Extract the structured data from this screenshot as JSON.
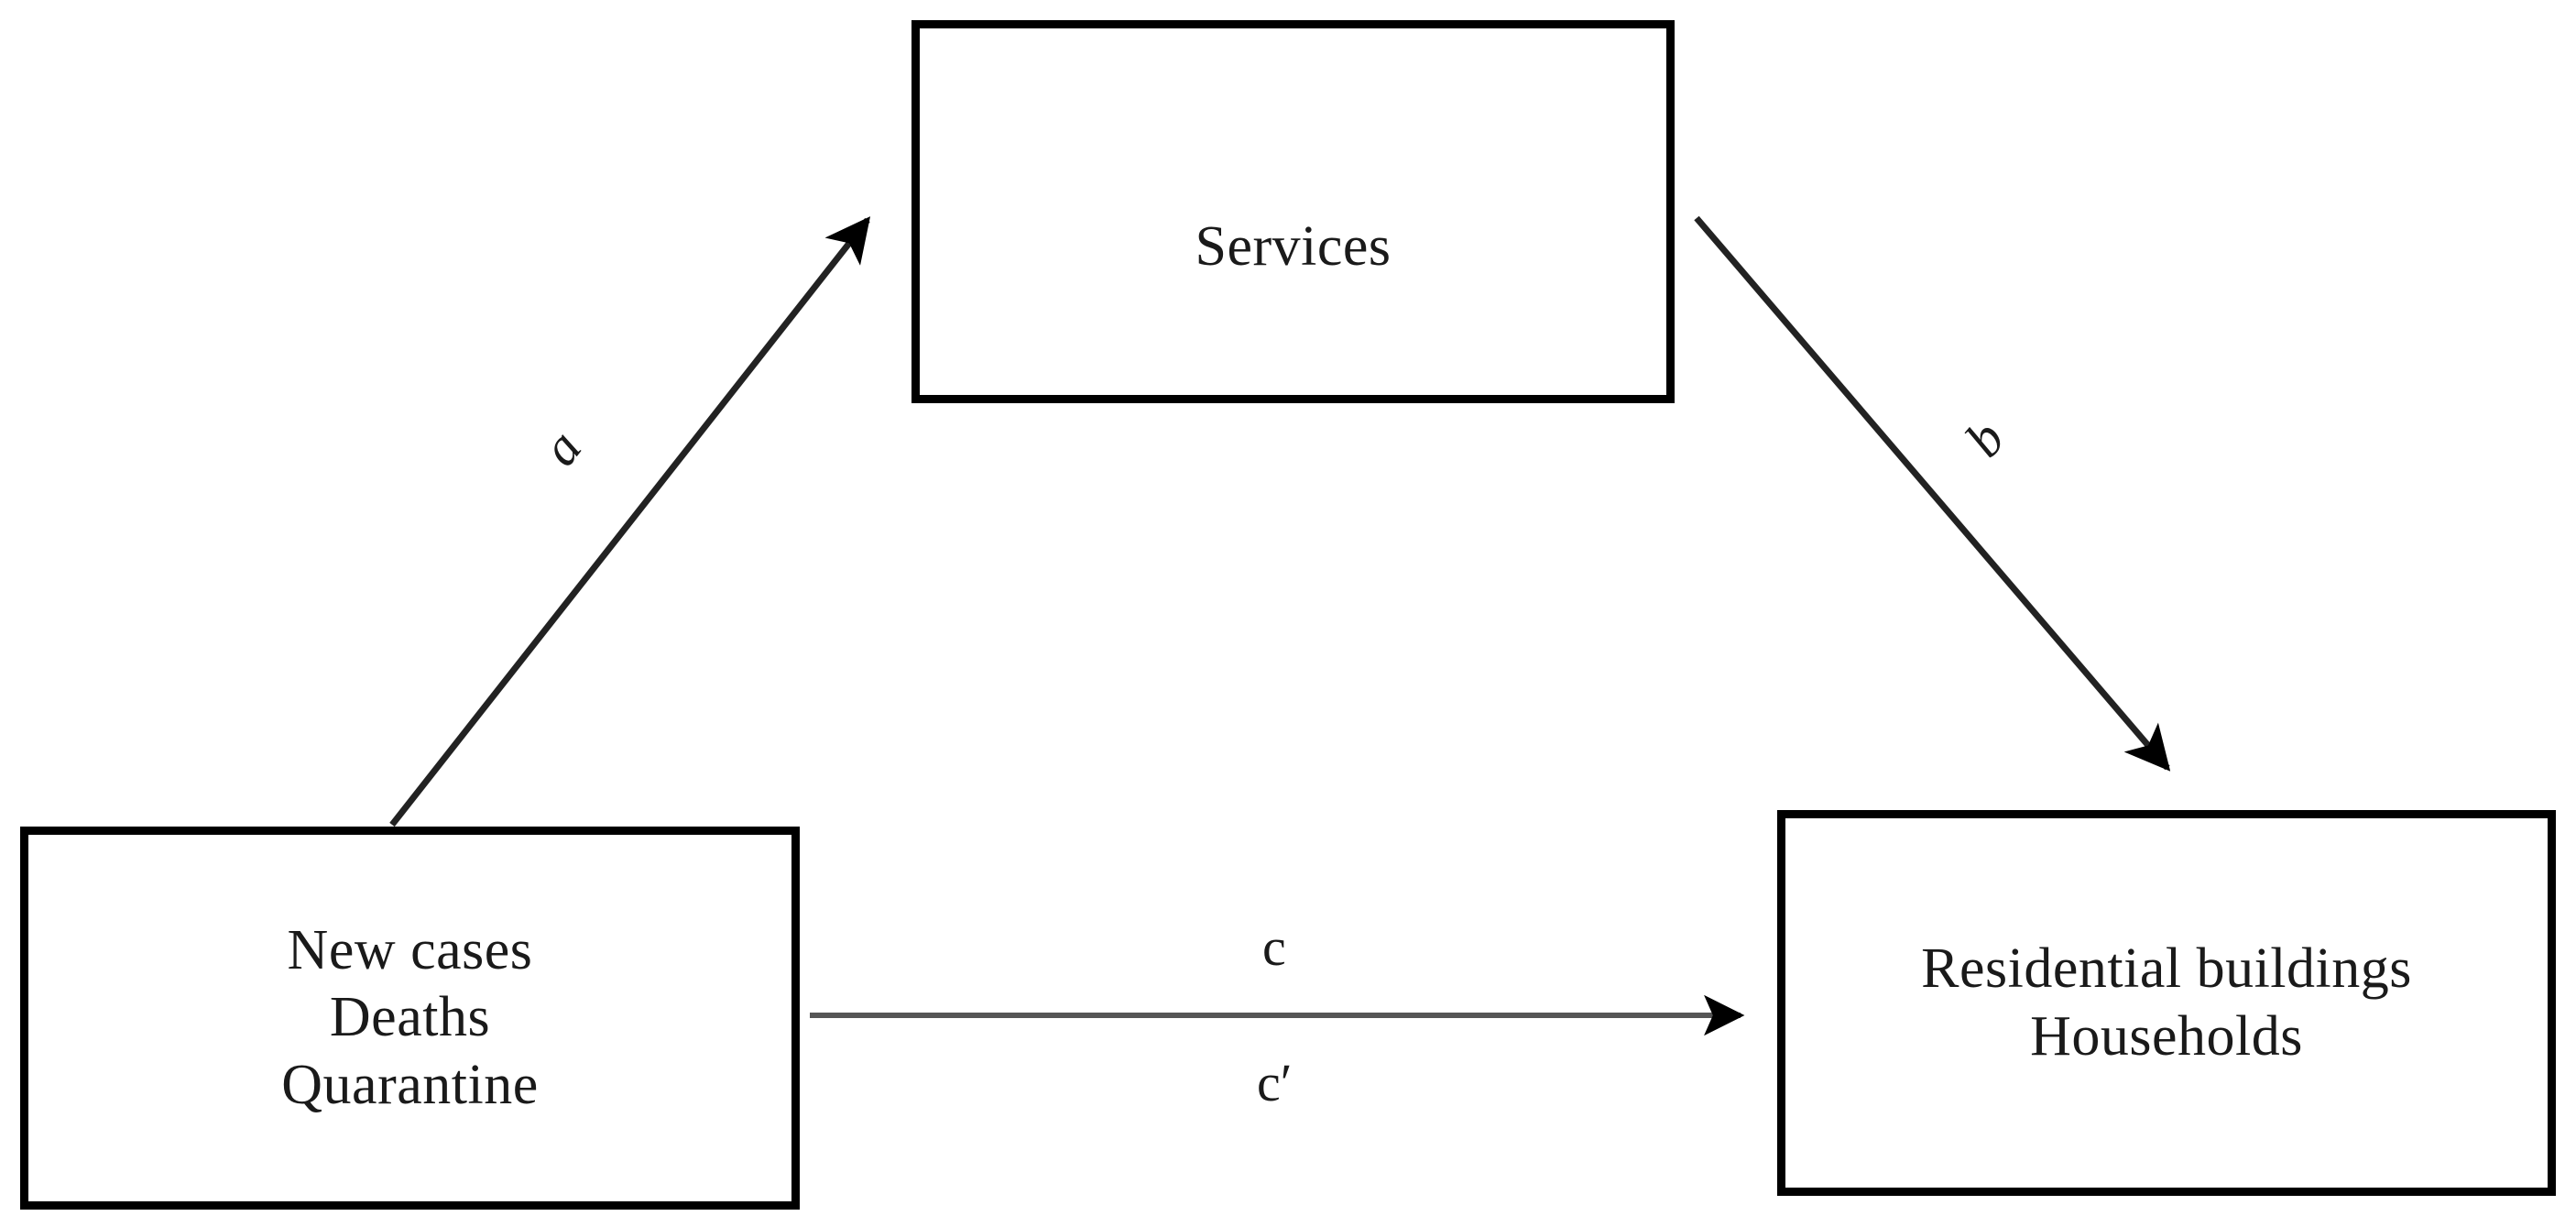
{
  "diagram": {
    "type": "mediation-path-diagram",
    "title": "",
    "background_color": "#ffffff",
    "stroke_color": "#000000",
    "text_color": "#1a1a1a",
    "nodes": [
      {
        "id": "services",
        "name": "mediator-node",
        "lines": [
          "Services"
        ]
      },
      {
        "id": "predictors",
        "name": "independent-variable-node",
        "lines": [
          "New cases",
          "Deaths",
          "Quarantine"
        ]
      },
      {
        "id": "outcomes",
        "name": "dependent-variable-node",
        "lines": [
          "Residential buildings",
          "Households"
        ]
      }
    ],
    "edges": [
      {
        "id": "a",
        "label": "a",
        "from": "predictors",
        "to": "services",
        "style": "italic",
        "arrowhead": "filled"
      },
      {
        "id": "b",
        "label": "b",
        "from": "services",
        "to": "outcomes",
        "style": "italic",
        "arrowhead": "filled"
      },
      {
        "id": "c",
        "label": "c",
        "from": "predictors",
        "to": "outcomes",
        "style": "normal",
        "arrowhead": "filled"
      },
      {
        "id": "cprime",
        "label": "c′",
        "from": "predictors",
        "to": "outcomes",
        "style": "normal",
        "arrowhead": "none"
      }
    ]
  }
}
